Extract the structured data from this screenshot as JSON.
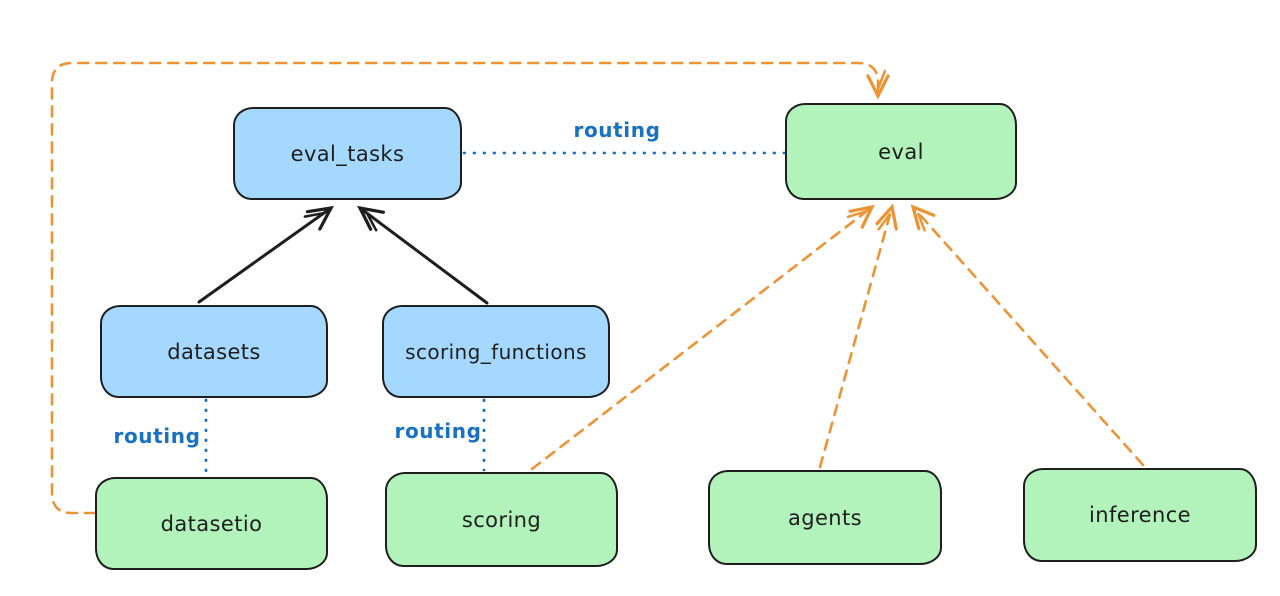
{
  "diagram": {
    "type": "flow-diagram",
    "nodes": [
      {
        "id": "eval_tasks",
        "label": "eval_tasks",
        "color": "blue"
      },
      {
        "id": "eval",
        "label": "eval",
        "color": "green"
      },
      {
        "id": "datasets",
        "label": "datasets",
        "color": "blue"
      },
      {
        "id": "scoring_functions",
        "label": "scoring_functions",
        "color": "blue"
      },
      {
        "id": "datasetio",
        "label": "datasetio",
        "color": "green"
      },
      {
        "id": "scoring",
        "label": "scoring",
        "color": "green"
      },
      {
        "id": "agents",
        "label": "agents",
        "color": "green"
      },
      {
        "id": "inference",
        "label": "inference",
        "color": "green"
      }
    ],
    "routing_labels": [
      {
        "text": "routing",
        "between": "eval_tasks and eval"
      },
      {
        "text": "routing",
        "between": "datasets and datasetio"
      },
      {
        "text": "routing",
        "between": "scoring_functions and scoring"
      }
    ],
    "edges": [
      {
        "from": "datasets",
        "to": "eval_tasks",
        "style": "solid-arrow",
        "color": "black"
      },
      {
        "from": "scoring_functions",
        "to": "eval_tasks",
        "style": "solid-arrow",
        "color": "black"
      },
      {
        "from": "eval_tasks",
        "to": "eval",
        "style": "dotted-line",
        "color": "blue",
        "label": "routing"
      },
      {
        "from": "datasets",
        "to": "datasetio",
        "style": "dotted-line",
        "color": "blue",
        "label": "routing"
      },
      {
        "from": "scoring_functions",
        "to": "scoring",
        "style": "dotted-line",
        "color": "blue",
        "label": "routing"
      },
      {
        "from": "datasetio",
        "to": "eval",
        "style": "dashed-arrow",
        "color": "orange"
      },
      {
        "from": "scoring",
        "to": "eval",
        "style": "dashed-arrow",
        "color": "orange"
      },
      {
        "from": "agents",
        "to": "eval",
        "style": "dashed-arrow",
        "color": "orange"
      },
      {
        "from": "inference",
        "to": "eval",
        "style": "dashed-arrow",
        "color": "orange"
      }
    ],
    "colors": {
      "blue_fill": "#a5d8ff",
      "green_fill": "#b2f2bb",
      "stroke": "#1e1e1e",
      "orange_accent": "#ec9434",
      "routing_blue": "#1971c2",
      "background": "#ffffff"
    }
  }
}
